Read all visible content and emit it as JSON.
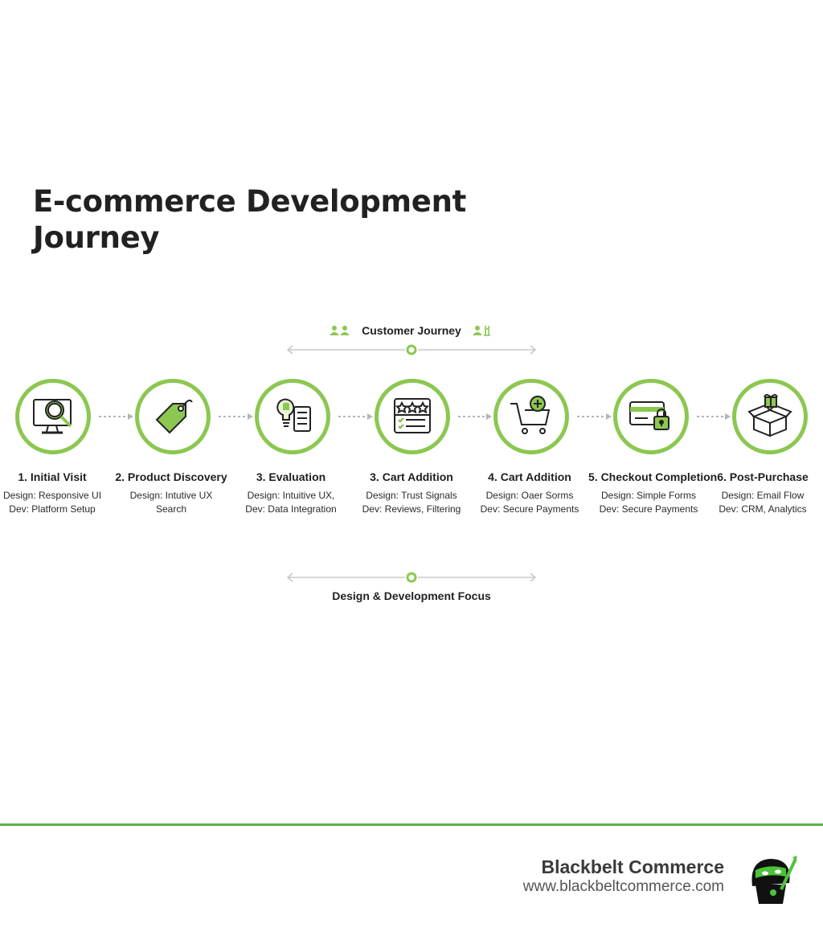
{
  "title_lines": [
    "E-commerce Development",
    "Journey"
  ],
  "customer_journey_label": "Customer Journey",
  "focus_label": "Design & Development Focus",
  "accent_color": "#8cc751",
  "steps": [
    {
      "title": "1. Initial Visit",
      "design": "Design: Responsive UI",
      "dev": "Dev: Platform Setup",
      "icon": "monitor-search-icon"
    },
    {
      "title": "2. Product Discovery",
      "design": "Design: Intutive UX",
      "dev": "Search",
      "icon": "price-tag-icon"
    },
    {
      "title": "3. Evaluation",
      "design": "Design: Intuitive UX,",
      "dev": "Dev: Data Integration",
      "icon": "lightbulb-checklist-icon"
    },
    {
      "title": "3. Cart Addition",
      "design": "Design: Trust Signals",
      "dev": "Dev: Reviews, Filtering",
      "icon": "star-rating-icon"
    },
    {
      "title": "4. Cart Addition",
      "design": "Design: Oaer Sorms",
      "dev": "Dev: Secure Payments",
      "icon": "cart-add-icon"
    },
    {
      "title": "5. Checkout Completion",
      "design": "Design: Simple Forms",
      "dev": "Dev: Secure Payments",
      "icon": "card-lock-icon"
    },
    {
      "title": "6. Post-Purchase",
      "design": "Design: Email Flow",
      "dev": "Dev: CRM, Analytics",
      "icon": "gift-box-icon"
    }
  ],
  "brand": {
    "name": "Blackbelt Commerce",
    "url": "www.blackbeltcommerce.com",
    "icon": "ninja-logo-icon"
  }
}
